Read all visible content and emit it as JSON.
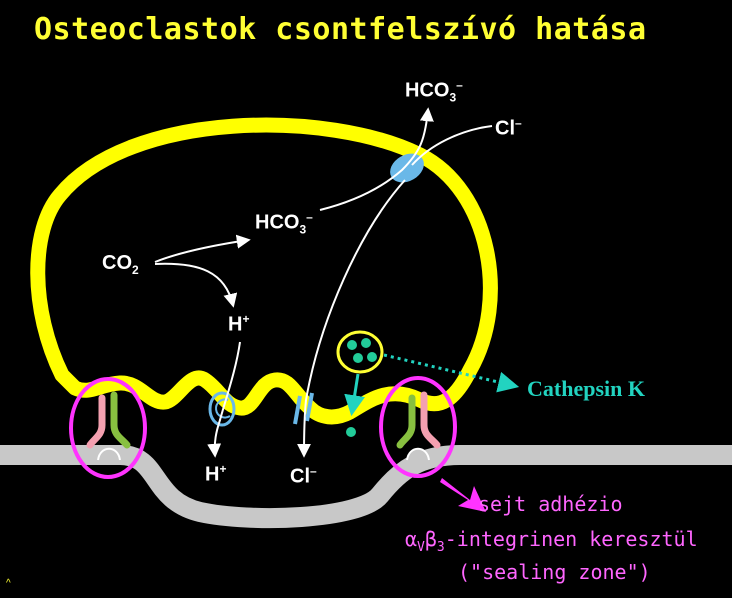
{
  "title": "Osteoclastok csontfelszívó hatása",
  "labels": {
    "hco3_top": {
      "base": "HCO",
      "sub": "3",
      "sup": "–"
    },
    "cl_top": {
      "base": "Cl",
      "sup": "–"
    },
    "hco3_mid": {
      "base": "HCO",
      "sub": "3",
      "sup": "–"
    },
    "co2": {
      "base": "CO",
      "sub": "2"
    },
    "h_inner": {
      "base": "H",
      "sup": "+"
    },
    "h_bottom": {
      "base": "H",
      "sup": "+"
    },
    "cl_bottom": {
      "base": "Cl",
      "sup": "–"
    }
  },
  "cathepsin_label": "Cathepsin K",
  "adhesion": {
    "line1": "sejt adhézio",
    "line2_prefix": "α",
    "line2_sub1": "V",
    "line2_mid": "β",
    "line2_sub2": "3",
    "line2_suffix": "-integrinen keresztül",
    "line3": "(\"sealing zone\")"
  },
  "corner_mark": "^",
  "colors": {
    "membrane": "#ffff00",
    "bone": "#c8c8c8",
    "transporter": "#6ab8e8",
    "cathepsin": "#22cc99",
    "integrin_ring": "#ff33ff",
    "integrin_left": "#f4a0b0",
    "integrin_right": "#88c040"
  }
}
